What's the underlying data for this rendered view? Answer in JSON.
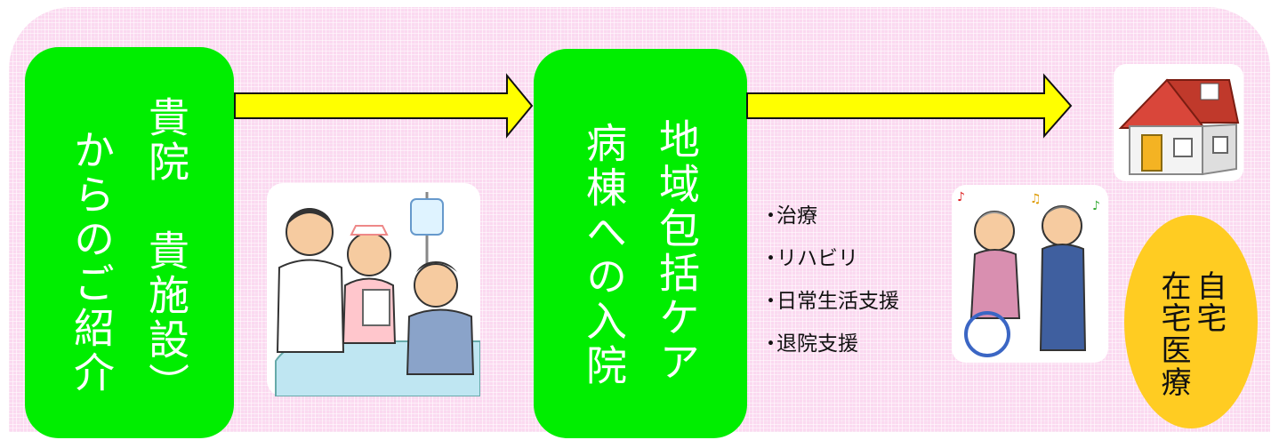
{
  "step1": {
    "line1": "貴院　貴施設）",
    "line2": "からのご紹介"
  },
  "step2": {
    "line1": "地域包括ケア",
    "line2": "病棟への入院"
  },
  "services": [
    {
      "label": "治療"
    },
    {
      "label": "リハビリ"
    },
    {
      "label": "日常生活支援"
    },
    {
      "label": "退院支援"
    }
  ],
  "destination": {
    "line1": "自宅",
    "line2": "在宅医療"
  },
  "colors": {
    "background": "#fbd9f0",
    "box_green": "#00ee00",
    "arrow_yellow": "#ffff00",
    "destination_yellow": "#ffcc22"
  },
  "icons": [
    "doctor-nurse-patient-illustration",
    "house-icon",
    "elderly-exercise-illustration"
  ]
}
